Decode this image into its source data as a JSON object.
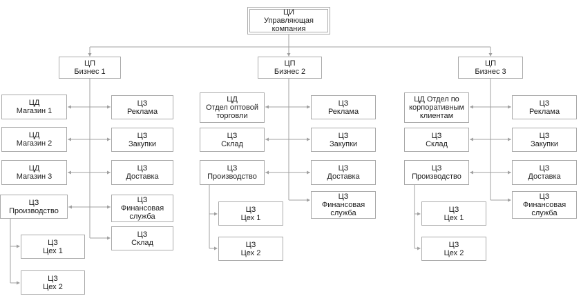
{
  "diagram": {
    "type": "org-chart",
    "colors": {
      "background": "#ffffff",
      "line": "#a0a0a0",
      "box_border": "#a9a9a9",
      "text": "#1c1c1c"
    },
    "nodes": [
      {
        "id": "root",
        "lines": [
          "ЦИ",
          "Управляющая",
          "компания"
        ],
        "emphasized": true
      },
      {
        "id": "b1",
        "lines": [
          "ЦП",
          "Бизнес 1"
        ]
      },
      {
        "id": "b2",
        "lines": [
          "ЦП",
          "Бизнес 2"
        ]
      },
      {
        "id": "b3",
        "lines": [
          "ЦП",
          "Бизнес 3"
        ]
      },
      {
        "id": "b1l1",
        "lines": [
          "ЦД",
          "Магазин 1"
        ]
      },
      {
        "id": "b1l2",
        "lines": [
          "ЦД",
          "Магазин 2"
        ]
      },
      {
        "id": "b1l3",
        "lines": [
          "ЦД",
          "Магазин 3"
        ]
      },
      {
        "id": "b1l4",
        "lines": [
          "ЦЗ",
          "Производство"
        ]
      },
      {
        "id": "b1c1",
        "lines": [
          "ЦЗ",
          "Цех 1"
        ]
      },
      {
        "id": "b1c2",
        "lines": [
          "ЦЗ",
          "Цех 2"
        ]
      },
      {
        "id": "b1r1",
        "lines": [
          "ЦЗ",
          "Реклама"
        ]
      },
      {
        "id": "b1r2",
        "lines": [
          "ЦЗ",
          "Закупки"
        ]
      },
      {
        "id": "b1r3",
        "lines": [
          "ЦЗ",
          "Доставка"
        ]
      },
      {
        "id": "b1r4",
        "lines": [
          "ЦЗ",
          "Финансовая",
          "служба"
        ]
      },
      {
        "id": "b1r5",
        "lines": [
          "ЦЗ",
          "Склад"
        ]
      },
      {
        "id": "b2l1",
        "lines": [
          "ЦД",
          "Отдел оптовой",
          "торговли"
        ]
      },
      {
        "id": "b2l2",
        "lines": [
          "ЦЗ",
          "Склад"
        ]
      },
      {
        "id": "b2l3",
        "lines": [
          "ЦЗ",
          "Производство"
        ]
      },
      {
        "id": "b2c1",
        "lines": [
          "ЦЗ",
          "Цех 1"
        ]
      },
      {
        "id": "b2c2",
        "lines": [
          "ЦЗ",
          "Цех 2"
        ]
      },
      {
        "id": "b2r1",
        "lines": [
          "ЦЗ",
          "Реклама"
        ]
      },
      {
        "id": "b2r2",
        "lines": [
          "ЦЗ",
          "Закупки"
        ]
      },
      {
        "id": "b2r3",
        "lines": [
          "ЦЗ",
          "Доставка"
        ]
      },
      {
        "id": "b2r4",
        "lines": [
          "ЦЗ",
          "Финансовая",
          "служба"
        ]
      },
      {
        "id": "b3l1",
        "lines": [
          "ЦД Отдел по",
          "корпоративным",
          "клиентам"
        ]
      },
      {
        "id": "b3l2",
        "lines": [
          "ЦЗ",
          "Склад"
        ]
      },
      {
        "id": "b3l3",
        "lines": [
          "ЦЗ",
          "Производство"
        ]
      },
      {
        "id": "b3c1",
        "lines": [
          "ЦЗ",
          "Цех 1"
        ]
      },
      {
        "id": "b3c2",
        "lines": [
          "ЦЗ",
          "Цех 2"
        ]
      },
      {
        "id": "b3r1",
        "lines": [
          "ЦЗ",
          "Реклама"
        ]
      },
      {
        "id": "b3r2",
        "lines": [
          "ЦЗ",
          "Закупки"
        ]
      },
      {
        "id": "b3r3",
        "lines": [
          "ЦЗ",
          "Доставка"
        ]
      },
      {
        "id": "b3r4",
        "lines": [
          "ЦЗ",
          "Финансовая",
          "служба"
        ]
      }
    ],
    "edges": [
      {
        "from": "root",
        "to": "b1"
      },
      {
        "from": "root",
        "to": "b2"
      },
      {
        "from": "root",
        "to": "b3"
      },
      {
        "from": "b1",
        "to": "b1l1"
      },
      {
        "from": "b1",
        "to": "b1l2"
      },
      {
        "from": "b1",
        "to": "b1l3"
      },
      {
        "from": "b1",
        "to": "b1l4"
      },
      {
        "from": "b1",
        "to": "b1r1"
      },
      {
        "from": "b1",
        "to": "b1r2"
      },
      {
        "from": "b1",
        "to": "b1r3"
      },
      {
        "from": "b1",
        "to": "b1r4"
      },
      {
        "from": "b1",
        "to": "b1r5"
      },
      {
        "from": "b1l4",
        "to": "b1c1"
      },
      {
        "from": "b1l4",
        "to": "b1c2"
      },
      {
        "from": "b2",
        "to": "b2l1"
      },
      {
        "from": "b2",
        "to": "b2l2"
      },
      {
        "from": "b2",
        "to": "b2l3"
      },
      {
        "from": "b2",
        "to": "b2r1"
      },
      {
        "from": "b2",
        "to": "b2r2"
      },
      {
        "from": "b2",
        "to": "b2r3"
      },
      {
        "from": "b2",
        "to": "b2r4"
      },
      {
        "from": "b2l3",
        "to": "b2c1"
      },
      {
        "from": "b2l3",
        "to": "b2c2"
      },
      {
        "from": "b3",
        "to": "b3l1"
      },
      {
        "from": "b3",
        "to": "b3l2"
      },
      {
        "from": "b3",
        "to": "b3l3"
      },
      {
        "from": "b3",
        "to": "b3r1"
      },
      {
        "from": "b3",
        "to": "b3r2"
      },
      {
        "from": "b3",
        "to": "b3r3"
      },
      {
        "from": "b3",
        "to": "b3r4"
      },
      {
        "from": "b3l3",
        "to": "b3c1"
      },
      {
        "from": "b3l3",
        "to": "b3c2"
      }
    ]
  }
}
